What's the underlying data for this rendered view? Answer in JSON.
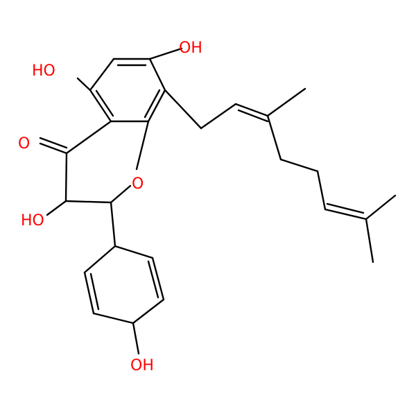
{
  "colors": {
    "bond": "#000000",
    "heteroatom_oxygen": "#ff0000",
    "background": "#ffffff"
  },
  "atom_labels": {
    "oh_top_right": "OH",
    "ho_top_left": "HO",
    "ketone_o": "O",
    "ring_o": "O",
    "ho_left": "HO",
    "oh_bottom": "OH"
  }
}
